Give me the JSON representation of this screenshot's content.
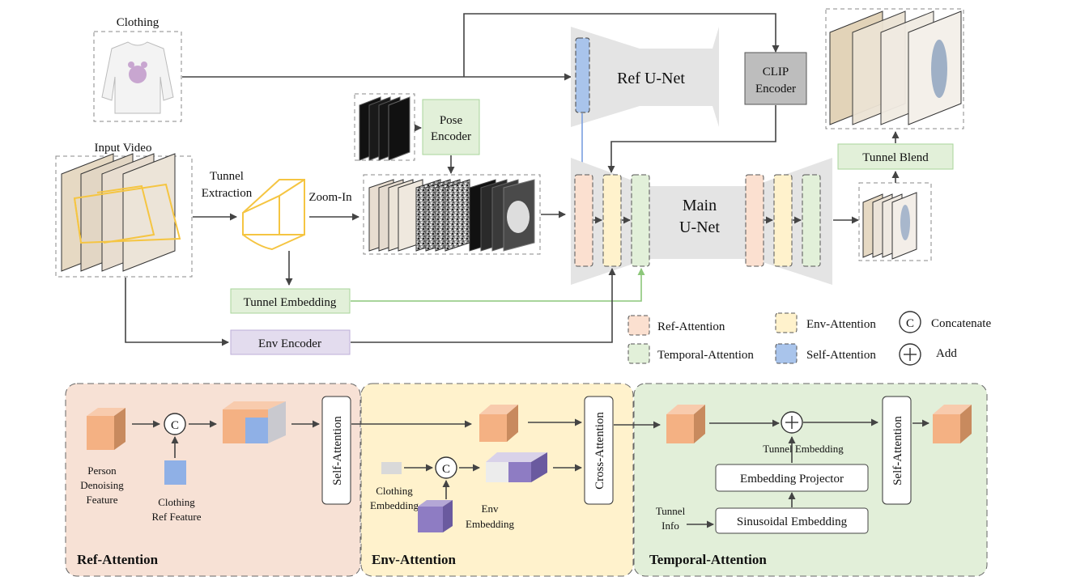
{
  "top": {
    "clothing_label": "Clothing",
    "input_video_label": "Input Video",
    "tunnel_extraction_label_1": "Tunnel",
    "tunnel_extraction_label_2": "Extraction",
    "zoom_in_label": "Zoom-In",
    "pose_encoder_1": "Pose",
    "pose_encoder_2": "Encoder",
    "ref_unet_label": "Ref U-Net",
    "clip_encoder_1": "CLIP",
    "clip_encoder_2": "Encoder",
    "main_unet_1": "Main",
    "main_unet_2": "U-Net",
    "tunnel_blend_label": "Tunnel Blend",
    "tunnel_embedding_label": "Tunnel Embedding",
    "env_encoder_label": "Env Encoder"
  },
  "legend": {
    "ref_attention": "Ref-Attention",
    "env_attention": "Env-Attention",
    "concatenate": "Concatenate",
    "temporal_attention": "Temporal-Attention",
    "self_attention": "Self-Attention",
    "add": "Add",
    "concat_symbol": "C",
    "colors": {
      "ref": "#fbe0d0",
      "env": "#fff2cc",
      "temporal": "#e2f0d9",
      "self": "#a9c4eb"
    }
  },
  "panels": {
    "ref": {
      "title": "Ref-Attention",
      "person_1": "Person",
      "person_2": "Denoising",
      "person_3": "Feature",
      "clothing_ref_1": "Clothing",
      "clothing_ref_2": "Ref Feature",
      "self_attention": "Self-Attention",
      "concat_symbol": "C",
      "color": "#f7e1d5"
    },
    "env": {
      "title": "Env-Attention",
      "clothing_emb_1": "Clothing",
      "clothing_emb_2": "Embedding",
      "env_emb_1": "Env",
      "env_emb_2": "Embedding",
      "cross_attention": "Cross-Attention",
      "concat_symbol": "C",
      "color": "#fff2cc"
    },
    "temporal": {
      "title": "Temporal-Attention",
      "tunnel_embedding": "Tunnel Embedding",
      "embedding_projector": "Embedding Projector",
      "sinusoidal_embedding": "Sinusoidal Embedding",
      "tunnel_info_1": "Tunnel",
      "tunnel_info_2": "Info",
      "self_attention": "Self-Attention",
      "color": "#e2efd9"
    }
  }
}
